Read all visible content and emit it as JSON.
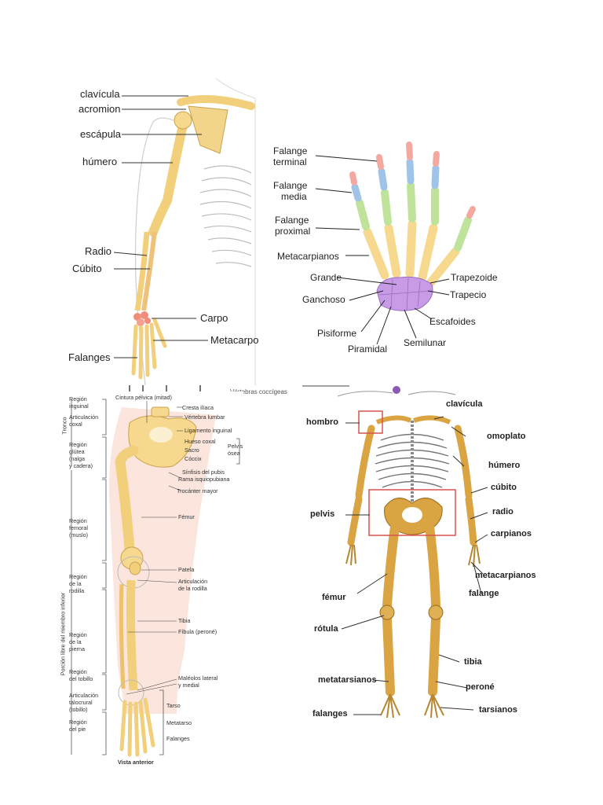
{
  "panel_arm": {
    "labels": {
      "clavicula": "clavícula",
      "acromion": "acromion",
      "escapula": "escápula",
      "humero": "húmero",
      "radio": "Radio",
      "cubito": "Cúbito",
      "carpo": "Carpo",
      "metacarpo": "Metacarpo",
      "falanges": "Falanges"
    }
  },
  "panel_hand": {
    "labels": {
      "falange_terminal_1": "Falange",
      "falange_terminal_2": "terminal",
      "falange_media_1": "Falange",
      "falange_media_2": "media",
      "falange_proximal_1": "Falange",
      "falange_proximal_2": "proximal",
      "metacarpianos": "Metacarpianos",
      "grande": "Grande",
      "ganchoso": "Ganchoso",
      "pisiforme": "Pisiforme",
      "piramidal": "Piramidal",
      "semilunar": "Semilunar",
      "escafoides": "Escafoides",
      "trapecio": "Trapecio",
      "trapezoide": "Trapezoide"
    },
    "colors": {
      "terminal": "#f4a9a0",
      "media": "#9fc4e8",
      "proximal": "#bfe39a",
      "carpals": "#c79be6",
      "bone": "#f6d98e"
    }
  },
  "top_strip": {
    "vertebras": "Vértebras coccígeas"
  },
  "panel_leg": {
    "labels": {
      "cintura_pelvica": "Cintura pélvica (mitad)",
      "cresta_iliaca": "Cresta ilíaca",
      "vertebra_lumbar": "Vértebra lumbar",
      "ligamento_inguinal": "Ligamento inguinal",
      "hueso_coxal": "Hueso coxal",
      "sacro": "Sacro",
      "coccix": "Cóccix",
      "pelvis_osea_1": "Pelvis",
      "pelvis_osea_2": "ósea",
      "sinfisis": "Sínfisis del pubis",
      "rama": "Rama isquiopubiana",
      "trocanter": "Trocánter mayor",
      "femur": "Fémur",
      "patela": "Patela",
      "art_rodilla_1": "Articulación",
      "art_rodilla_2": "de la rodilla",
      "tibia": "Tibia",
      "fibula": "Fíbula (peroné)",
      "maleolos_1": "Maléolos lateral",
      "maleolos_2": "y medial",
      "tarso": "Tarso",
      "metatarso": "Metatarso",
      "falanges": "Falanges",
      "vista_anterior": "Vista anterior",
      "region_inguinal_1": "Región",
      "region_inguinal_2": "inguinal",
      "art_coxal_1": "Articulación",
      "art_coxal_2": "coxal",
      "tronco": "Tronco",
      "region_glutea_1": "Región",
      "region_glutea_2": "glútea",
      "region_glutea_3": "(nalga",
      "region_glutea_4": "y cadera)",
      "region_femoral_1": "Región",
      "region_femoral_2": "femoral",
      "region_femoral_3": "(muslo)",
      "region_rodilla_1": "Región",
      "region_rodilla_2": "de la",
      "region_rodilla_3": "rodilla",
      "porcion_libre": "Porción libre del miembro inferior",
      "region_pierna_1": "Región",
      "region_pierna_2": "de la",
      "region_pierna_3": "pierna",
      "region_tobillo_1": "Región",
      "region_tobillo_2": "del tobillo",
      "art_talo_1": "Articulación",
      "art_talo_2": "talocrural",
      "art_talo_3": "(tobillo)",
      "region_pie_1": "Región",
      "region_pie_2": "del pie"
    }
  },
  "panel_skeleton": {
    "labels": {
      "hombro": "hombro",
      "pelvis": "pelvis",
      "femur": "fémur",
      "rotula": "rótula",
      "metatarsianos": "metatarsianos",
      "falanges": "falanges",
      "clavicula": "clavícula",
      "omoplato": "omoplato",
      "humero": "húmero",
      "cubito": "cúbito",
      "radio": "radio",
      "carpianos": "carpianos",
      "metacarpianos": "metacarpianos",
      "falange": "falange",
      "tibia": "tibia",
      "perone": "peroné",
      "tarsianos": "tarsianos"
    },
    "colors": {
      "bone": "#d9a441",
      "bone_dark": "#9c6a1c",
      "highlight_box": "#d9534f"
    }
  }
}
